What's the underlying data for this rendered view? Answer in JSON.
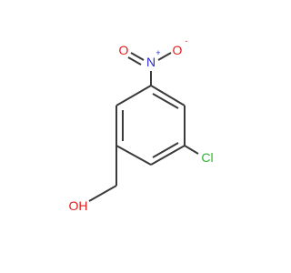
{
  "molecule": {
    "atoms": {
      "nitrogen": {
        "symbol": "N",
        "charge": "+"
      },
      "oxygen_left": {
        "symbol": "O"
      },
      "oxygen_right": {
        "symbol": "O",
        "charge": "-"
      },
      "chlorine": {
        "symbol": "Cl"
      },
      "hydroxyl": {
        "symbol": "OH"
      }
    }
  },
  "colors": {
    "carbon_bond": "#3a3a3a",
    "nitrogen": "#2a2ad9",
    "oxygen": "#e0201c",
    "chlorine": "#2fb52f"
  }
}
